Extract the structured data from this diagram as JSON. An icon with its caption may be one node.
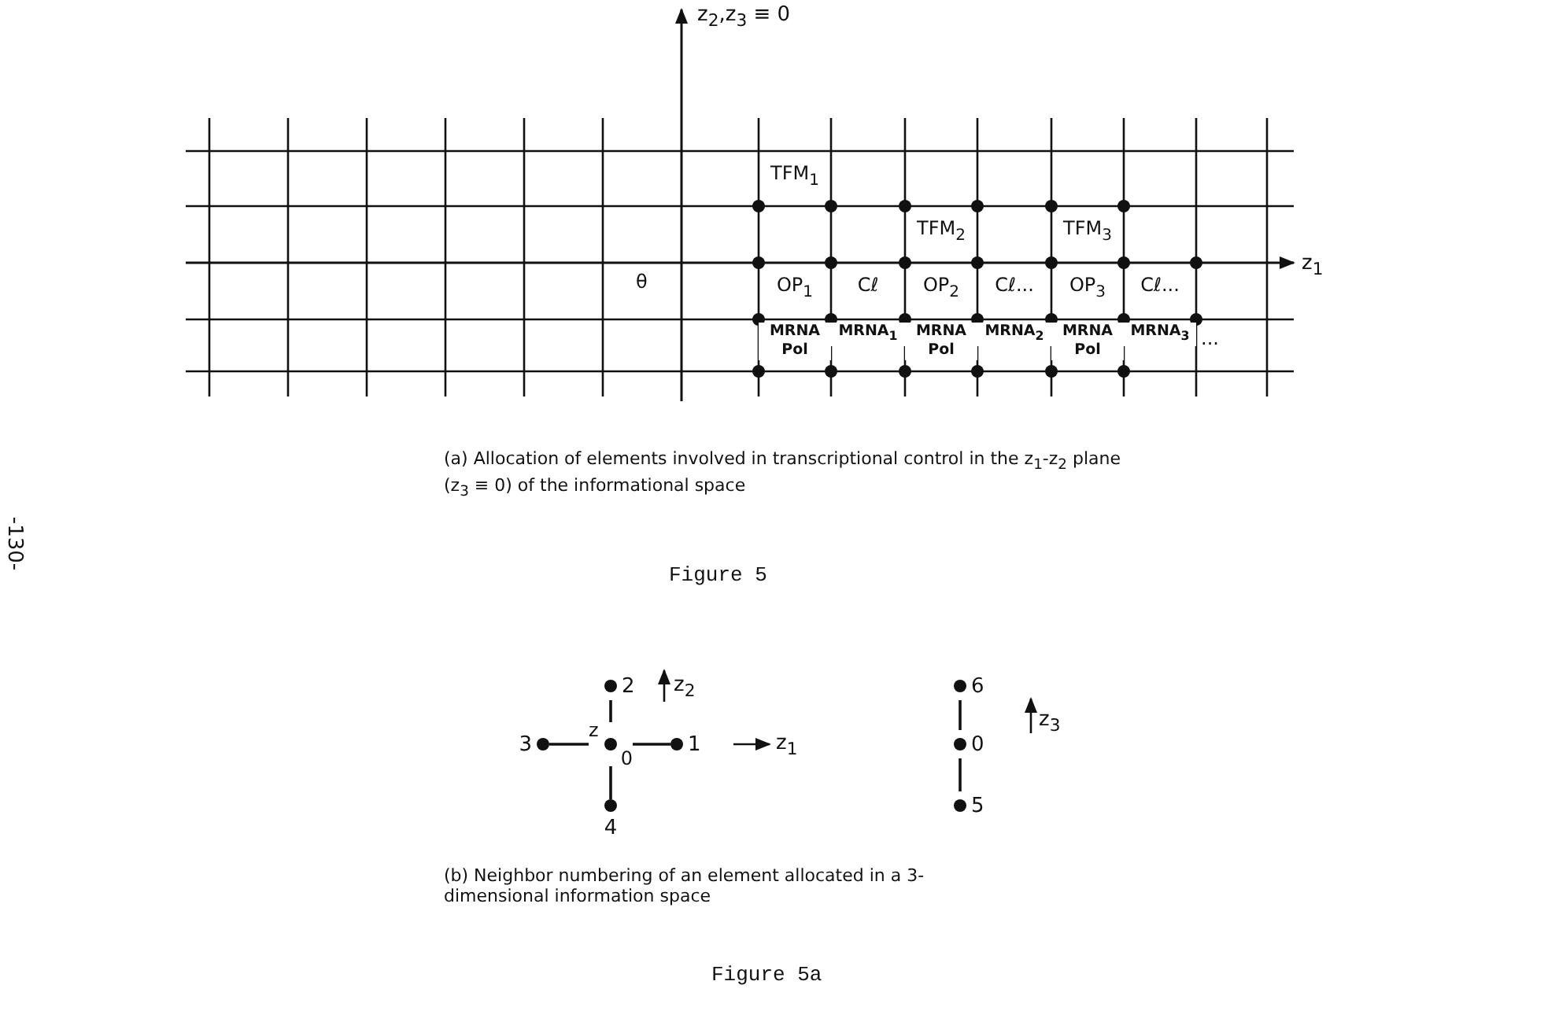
{
  "diagram": {
    "nodes": [
      {
        "text": [
          "2"
        ]
      },
      {
        "text": [
          "3"
        ]
      },
      {
        "text": [
          "z",
          "0"
        ]
      },
      {
        "text": [
          "1"
        ]
      },
      {
        "text": [
          "4"
        ]
      },
      {
        "text": [
          "6"
        ]
      },
      {
        "text": [
          "0"
        ]
      },
      {
        "text": [
          "5"
        ]
      }
    ],
    "edges": [
      {
        "from": 2,
        "to": 0,
        "arrow": "none"
      },
      {
        "from": 1,
        "to": 2,
        "arrow": "none"
      },
      {
        "from": 2,
        "to": 3,
        "arrow": "none"
      },
      {
        "from": 2,
        "to": 4,
        "arrow": "none"
      },
      {
        "from": 5,
        "to": 6,
        "arrow": "none"
      },
      {
        "from": 6,
        "to": 7,
        "arrow": "none"
      }
    ],
    "labels": [
      "z$_{2}$,z$_{3}$ ≡ 0",
      "TFM$_{1}$",
      "TFM$_{2}$",
      "TFM$_{3}$",
      "θ",
      "OP$_{1}$",
      "Cℓ",
      "OP$_{2}$",
      "Cℓ...",
      "OP$_{3}$",
      "Cℓ...",
      "z$_{1}$",
      "MRNA Pol",
      "MRNA$_{1}$",
      "MRNA Pol",
      "MRNA$_{2}$",
      "MRNA Pol",
      "MRNA$_{3}$",
      "...",
      "(a) Allocation of elements involved in transcriptional control in the z$_{1}$-z$_{2}$ plane (z$_{3}$ ≡ 0) of the informational space",
      "-130-",
      "Figure 5",
      "z$_{2}$",
      "z$_{1}$",
      "z$_{3}$",
      "(b) Neighbor numbering of an element allocated in a 3-dimensional information space",
      "Figure 5a"
    ]
  }
}
